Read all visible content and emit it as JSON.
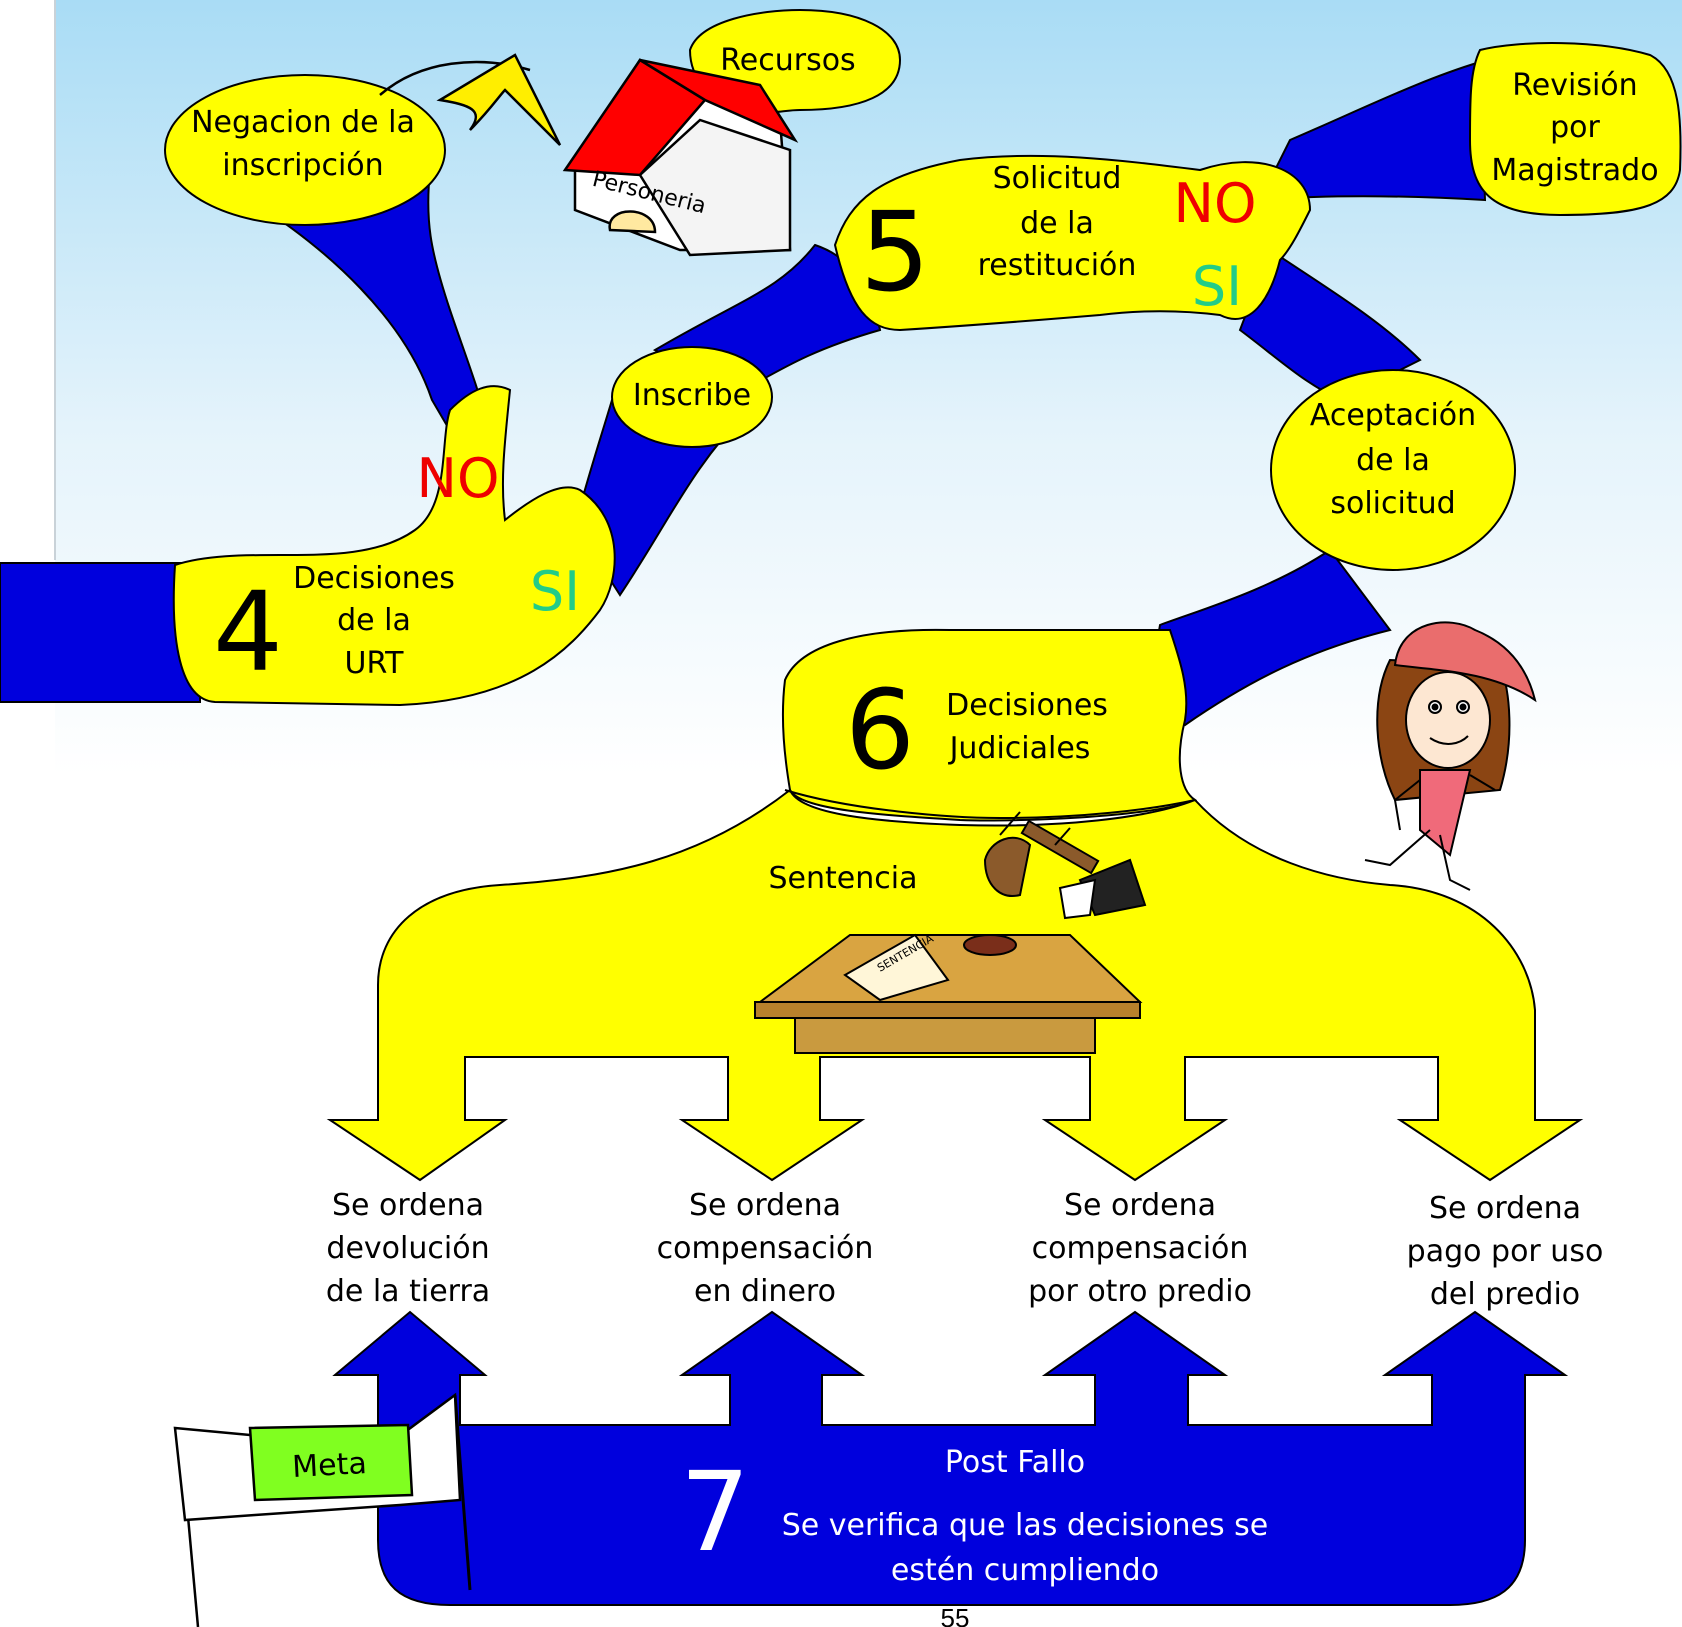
{
  "colors": {
    "road": "#0000dd",
    "bubble": "#ffff00",
    "no": "#ee0000",
    "si": "#22cc88",
    "flag_label": "#80ff20",
    "sky_top": "#a9dcf5"
  },
  "steps": {
    "step4": {
      "number": "4",
      "line1": "Decisiones",
      "line2": "de la",
      "line3": "URT"
    },
    "step5": {
      "number": "5",
      "line1": "Solicitud",
      "line2": "de la",
      "line3": "restitución"
    },
    "step6": {
      "number": "6",
      "line1": "Decisiones",
      "line2": "Judiciales"
    },
    "step7": {
      "number": "7",
      "title": "Post Fallo",
      "line1": "Se verifica que las decisiones se",
      "line2": "estén cumpliendo"
    }
  },
  "bubbles": {
    "negacion": {
      "line1": "Negacion de la",
      "line2": "inscripción"
    },
    "recursos": "Recursos",
    "personeria": "Personeria",
    "inscribe": "Inscribe",
    "revision": {
      "line1": "Revisión",
      "line2": "por",
      "line3": "Magistrado"
    },
    "aceptacion": {
      "line1": "Aceptación",
      "line2": "de la",
      "line3": "solicitud"
    }
  },
  "answers": {
    "no_4": "NO",
    "si_4": "SI",
    "no_5": "NO",
    "si_5": "SI"
  },
  "sentencia": {
    "label": "Sentencia",
    "document_label": "SENTENCIA"
  },
  "outcomes": [
    {
      "line1": "Se ordena",
      "line2": "devolución",
      "line3": "de la tierra"
    },
    {
      "line1": "Se ordena",
      "line2": "compensación",
      "line3": "en dinero"
    },
    {
      "line1": "Se ordena",
      "line2": "compensación",
      "line3": "por otro predio"
    },
    {
      "line1": "Se  ordena",
      "line2": "pago por uso",
      "line3": "del predio"
    }
  ],
  "meta_flag": "Meta",
  "page_number": "55"
}
